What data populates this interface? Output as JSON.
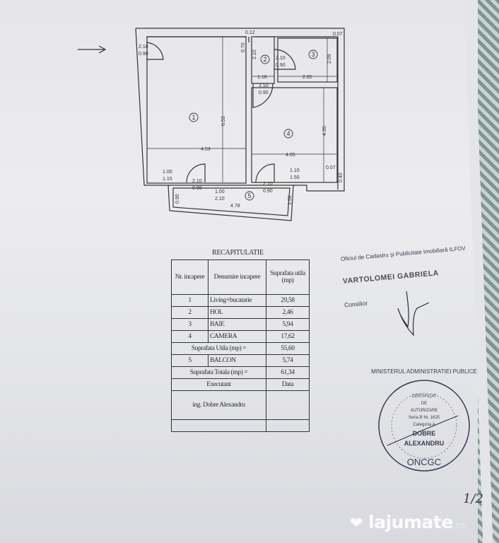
{
  "plan": {
    "dims": {
      "d_012": "0.12",
      "d_007_top": "0.07",
      "door_entry_h": "2.10",
      "door_entry_w": "0.90",
      "d_070": "0.70",
      "d_210_hall": "2.10",
      "door_bath_h": "2.10",
      "door_bath_w": "0.90",
      "d_209": "2.09",
      "d_118": "1.18",
      "d_285": "2.85",
      "door_room_h": "2.10",
      "door_room_w": "0.90",
      "d_653": "6.53",
      "d_435": "4.35",
      "d_453": "4.53",
      "d_405": "4.05",
      "win1_h": "1.00",
      "win1_w": "1.15",
      "door_balc1_h": "2.10",
      "door_balc1_w": "0.90",
      "d_007_right": "0.07",
      "win2_h": "1.10",
      "win2_w": "1.50",
      "d_040": "0.40",
      "door_balc2_h": "2.10",
      "door_balc2_w": "0.90",
      "win3_h": "1.00",
      "win3_w": "2.10",
      "d_090": "0.90",
      "d_478": "4.78",
      "d_150": "1.50"
    },
    "rooms": [
      "1",
      "2",
      "3",
      "4",
      "5"
    ]
  },
  "recap": {
    "title": "RECAPITULATIE",
    "headers": [
      "Nr. incapere",
      "Denumire incapere",
      "Suprafata utila (mp)"
    ],
    "rows": [
      {
        "nr": "1",
        "name": "Living+bucatarie",
        "area": "29,58"
      },
      {
        "nr": "2",
        "name": "HOL",
        "area": "2,46"
      },
      {
        "nr": "3",
        "name": "BAIE",
        "area": "5,94"
      },
      {
        "nr": "4",
        "name": "CAMERA",
        "area": "17,62"
      }
    ],
    "useful_label": "Suprafata Utila (mp) =",
    "useful_value": "55,60",
    "balcony": {
      "nr": "5",
      "name": "BALCON",
      "area": "5,74"
    },
    "total_label": "Suprafata Totala (mp) =",
    "total_value": "61,34",
    "executant_label": "Executant",
    "date_label": "Data",
    "executant_name": "ing. Dobre Alexandru"
  },
  "approval": {
    "office": "Oficiul de Cadastru şi Publicitate Imobiliară ILFOV",
    "name": "VARTOLOMEI GABRIELA",
    "role": "Consilior"
  },
  "stamp": {
    "ring": "MINISTERUL ADMINISTRATIEI PUBLICE",
    "bottom": "ONCGC",
    "center": [
      "CERTIFICAT",
      "DE",
      "AUTORIZARE",
      "Seria B Nr. 1625",
      "Categoria A",
      "DOBRE",
      "ALEXANDRU"
    ]
  },
  "watermark": {
    "brand": "lajumate",
    "tld": ".ro"
  },
  "page_number": "1/2"
}
